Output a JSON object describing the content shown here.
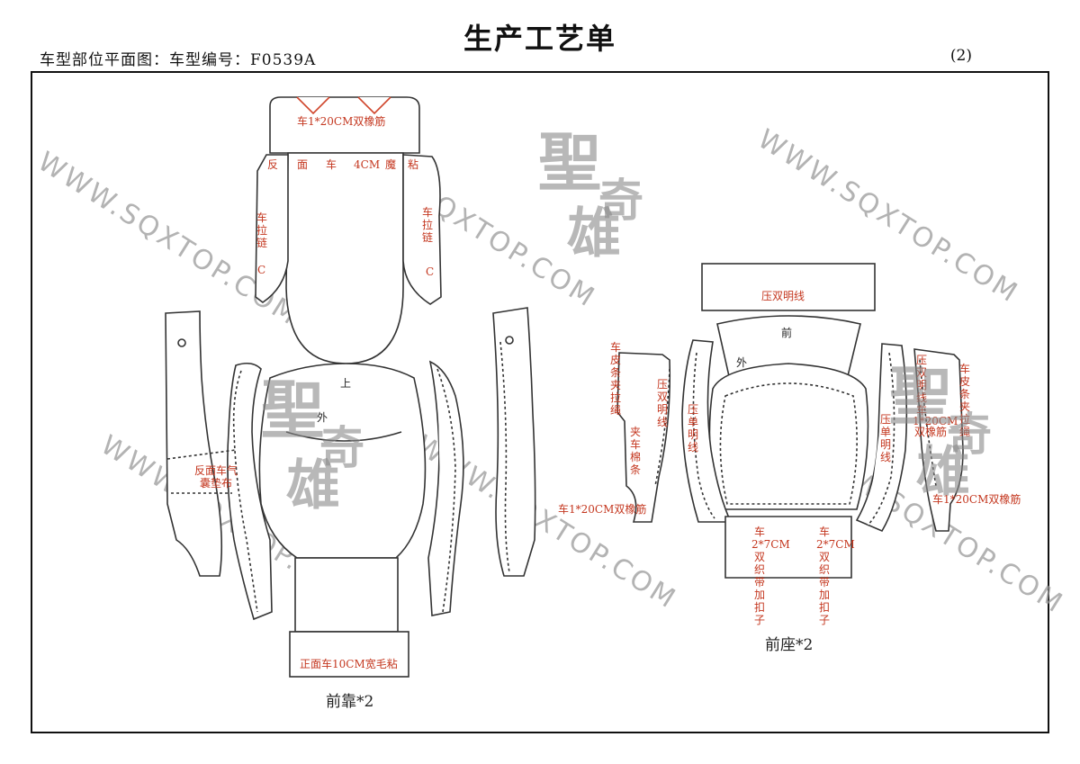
{
  "header": {
    "title": "生产工艺单",
    "subtitle": "车型部位平面图：车型编号：F0539A",
    "page_no": "(2)"
  },
  "watermark": {
    "url": "WWW.SQXTOP.COM",
    "logo_chars": [
      "聖",
      "奇",
      "雄"
    ]
  },
  "left_group": {
    "caption": "前靠*2",
    "labels": {
      "top_elastic": "车1*20CM双橡筋",
      "band_chars": [
        "反",
        "面",
        "车",
        "4CM",
        "魔",
        "粘"
      ],
      "zip_left": [
        "车",
        "拉",
        "链"
      ],
      "zip_right": [
        "车",
        "拉",
        "链"
      ],
      "c_left": "C",
      "c_right": "C",
      "up": "上",
      "outer": "外",
      "airbag_line1": "反面车气",
      "airbag_line2": "囊垫布",
      "bottom_velcro": "正面车10CM宽毛粘"
    }
  },
  "right_group": {
    "caption": "前座*2",
    "labels": {
      "top_strip": "压双明线",
      "front": "前",
      "outer": "外",
      "left_piece_chars": [
        "车",
        "皮",
        "条",
        "夹",
        "拉",
        "绳"
      ],
      "left_cotton_chars": [
        "夹",
        "车",
        "棉",
        "条"
      ],
      "left_elastic": "车1*20CM双橡筋",
      "left_double_chars": [
        "压",
        "双",
        "明",
        "线"
      ],
      "left_single_chars": [
        "压",
        "单",
        "明",
        "线"
      ],
      "right_single_chars": [
        "压",
        "单",
        "明",
        "线"
      ],
      "right_double_chars": [
        "压",
        "双",
        "明",
        "线"
      ],
      "right_elastic_chars": [
        "车",
        "1*20CM",
        "双橡筋"
      ],
      "right_piece_chars": [
        "车",
        "皮",
        "条",
        "夹",
        "拉",
        "绳"
      ],
      "right_elastic": "车1*20CM双橡筋",
      "bottom_left_chars": [
        "车",
        "2*7CM",
        "双",
        "织",
        "带",
        "加",
        "扣",
        "子"
      ],
      "bottom_right_chars": [
        "车",
        "2*7CM",
        "双",
        "织",
        "带",
        "加",
        "扣",
        "子"
      ]
    }
  }
}
